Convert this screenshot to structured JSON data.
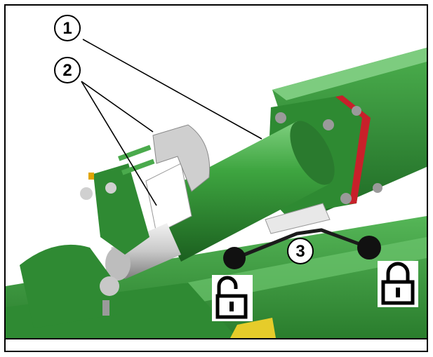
{
  "figure": {
    "callouts": [
      {
        "id": "1",
        "label": "1",
        "target": "hydraulic-cylinder"
      },
      {
        "id": "2",
        "label": "2",
        "target": "locking-bolts"
      },
      {
        "id": "3",
        "label": "3",
        "target": "lock-lever"
      }
    ],
    "icons": {
      "unlock": "unlocked-padlock-icon",
      "lock": "locked-padlock-icon"
    },
    "colors": {
      "machine_green": "#3c9a3c",
      "dark_green": "#1f6a25",
      "flange_red": "#c8202a",
      "metal_grey": "#b8b8b8",
      "background": "#ffffff"
    }
  }
}
